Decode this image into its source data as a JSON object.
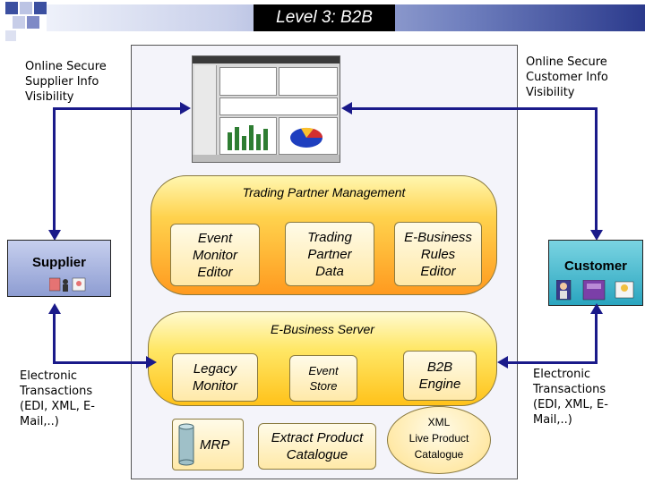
{
  "colors": {
    "title_band_dark": "#2b3a8c",
    "title_band_light": "#eef1fa",
    "arrow": "#1a1a8a",
    "panel_orange": "#ff9a1f",
    "panel_yellow": "#ffc21a",
    "supplier_box": "#9aa8d8",
    "customer_box": "#2fb3c8"
  },
  "header": {
    "title": "Level 3: B2B"
  },
  "notes": {
    "supplier_visibility": [
      "Online Secure",
      "Supplier Info",
      "Visibility"
    ],
    "customer_visibility": [
      "Online Secure",
      "Customer Info",
      "Visibility"
    ],
    "left_transactions": [
      "Electronic",
      "Transactions",
      "(EDI, XML, E-",
      "Mail,..)"
    ],
    "right_transactions": [
      "Electronic",
      "Transactions",
      "(EDI, XML, E-",
      "Mail,..)"
    ]
  },
  "entities": {
    "supplier": "Supplier",
    "customer": "Customer"
  },
  "trading_partner_management": {
    "title": "Trading Partner Management",
    "event_monitor": [
      "Event",
      "Monitor",
      "Editor"
    ],
    "trading_partner_data": [
      "Trading",
      "Partner",
      "Data"
    ],
    "ebusiness_rules": [
      "E-Business",
      "Rules",
      "Editor"
    ]
  },
  "ebusiness_server": {
    "title": "E-Business Server",
    "legacy_monitor": [
      "Legacy",
      "Monitor"
    ],
    "event_store": [
      "Event",
      "Store"
    ],
    "b2b_engine": [
      "B2B",
      "Engine"
    ]
  },
  "data_stores": {
    "mrp": "MRP",
    "extract_catalogue": [
      "Extract Product",
      "Catalogue"
    ],
    "xml_catalogue": [
      "XML",
      "Live Product",
      "Catalogue"
    ]
  },
  "icons": [
    "bullet-squares-icon",
    "dashboard-screenshot",
    "supplier-people-icon",
    "customer-people-icon",
    "database-cylinder-icon"
  ]
}
